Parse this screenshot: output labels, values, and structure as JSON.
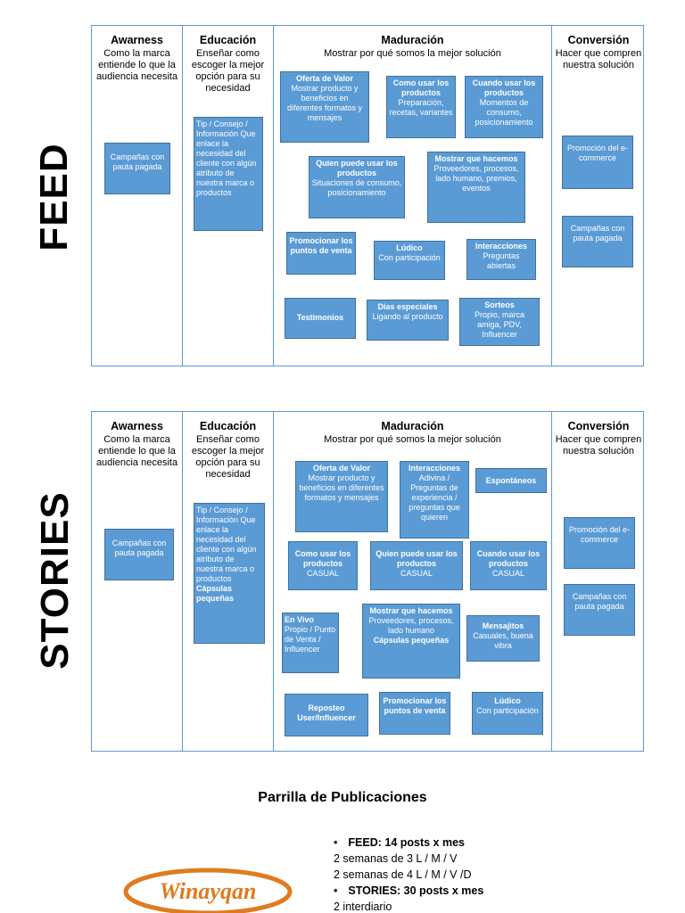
{
  "feed": {
    "label": "FEED",
    "columns": {
      "awareness": {
        "title": "Awarness",
        "desc": "Como la marca entiende lo que la audiencia necesita"
      },
      "educacion": {
        "title": "Educación",
        "desc": "Enseñar como escoger la mejor opción para su necesidad"
      },
      "maduracion": {
        "title": "Maduración",
        "desc": "Mostrar por qué somos la mejor solución"
      },
      "conversion": {
        "title": "Conversión",
        "desc": "Hacer que compren nuestra solución"
      }
    },
    "boxes": {
      "campanas_aw": {
        "desc": "Campañas con pauta pagada"
      },
      "tip": {
        "desc": "Tip / Consejo / Información Que enlace la necesidad del cliente con algún atributo de nuestra marca o productos"
      },
      "oferta": {
        "title": "Oferta de Valor",
        "desc": "Mostrar producto y beneficios en diferentes formatos y mensajes"
      },
      "como_usar": {
        "title": "Como usar los productos",
        "desc": "Preparación, recetas, variantes"
      },
      "cuando_usar": {
        "title": "Cuando usar los productos",
        "desc": "Momentos de consumo, posicionamiento"
      },
      "quien_puede": {
        "title": "Quien puede usar los productos",
        "desc": "Situaciones de consumo, posicionamiento"
      },
      "mostrar_que": {
        "title": "Mostrar que hacemos",
        "desc": "Proveedores, procesos, lado humano, premios, eventos"
      },
      "promocionar": {
        "title": "Promocionar los puntos de venta",
        "desc": ""
      },
      "ludico": {
        "title": "Lúdico",
        "desc": "Con participación"
      },
      "interacciones": {
        "title": "Interacciones",
        "desc": "Preguntas abiertas"
      },
      "testimonios": {
        "title": "Testimonios",
        "desc": ""
      },
      "dias": {
        "title": "Días especiales",
        "desc": "Ligando al producto"
      },
      "sorteos": {
        "title": "Sorteos",
        "desc": "Propio, marca amiga, PDV, Influencer"
      },
      "promocion_ecom": {
        "desc": "Promoción del e-commerce"
      },
      "campanas_cv": {
        "desc": "Campañas con pauta pagada"
      }
    }
  },
  "stories": {
    "label": "STORIES",
    "columns": {
      "awareness": {
        "title": "Awarness",
        "desc": "Como la marca entiende lo que la audiencia necesita"
      },
      "educacion": {
        "title": "Educación",
        "desc": "Enseñar como escoger la mejor opción para su necesidad"
      },
      "maduracion": {
        "title": "Maduración",
        "desc": "Mostrar por qué somos la mejor solución"
      },
      "conversion": {
        "title": "Conversión",
        "desc": "Hacer que compren nuestra solución"
      }
    },
    "boxes": {
      "campanas_aw": {
        "desc": "Campañas con pauta pagada"
      },
      "tip": {
        "desc": "Tip / Consejo / Información Que enlace la necesidad del cliente con algún atributo de nuestra marca o productos",
        "bold": "Cápsulas pequeñas"
      },
      "oferta": {
        "title": "Oferta de Valor",
        "desc": "Mostrar producto y beneficios en diferentes formatos y mensajes"
      },
      "interacciones": {
        "title": "Interacciones",
        "desc": "Adivina / Preguntas de experiencia / preguntas que quieren"
      },
      "espontaneos": {
        "title": "Espontáneos",
        "desc": ""
      },
      "como_usar": {
        "title": "Como usar los productos",
        "desc": "CASUAL"
      },
      "quien_puede": {
        "title": "Quien puede usar los productos",
        "desc": "CASUAL"
      },
      "cuando_usar": {
        "title": "Cuando usar los productos",
        "desc": "CASUAL"
      },
      "en_vivo": {
        "title": "En Vivo",
        "desc": "Propio / Punto de Venta / Influencer"
      },
      "mostrar_que": {
        "title": "Mostrar que hacemos",
        "desc": "Proveedores, procesos, lado humano",
        "bold": "Cápsulas pequeñas"
      },
      "mensajitos": {
        "title": "Mensajitos",
        "desc": "Casuales, buena vibra"
      },
      "reposteo": {
        "title": "Reposteo User/Influencer",
        "desc": ""
      },
      "promocionar": {
        "title": "Promocionar los puntos de venta",
        "desc": ""
      },
      "ludico": {
        "title": "Lúdico",
        "desc": "Con participación"
      },
      "promocion_ecom": {
        "desc": "Promoción del e-commerce"
      },
      "campanas_cv": {
        "desc": "Campañas con pauta pagada"
      }
    }
  },
  "footer": {
    "title": "Parrilla de Publicaciones",
    "feed_line": "FEED: 14 posts x mes",
    "line1": "2 semanas de 3   L / M / V",
    "line2": "2 semanas de 4   L / M / V /D",
    "stories_line": "STORIES: 30 posts x mes",
    "line3": "2 interdiario",
    "bullet": "•"
  },
  "logo": {
    "text": "Winayqan",
    "color": "#e07b1f"
  }
}
